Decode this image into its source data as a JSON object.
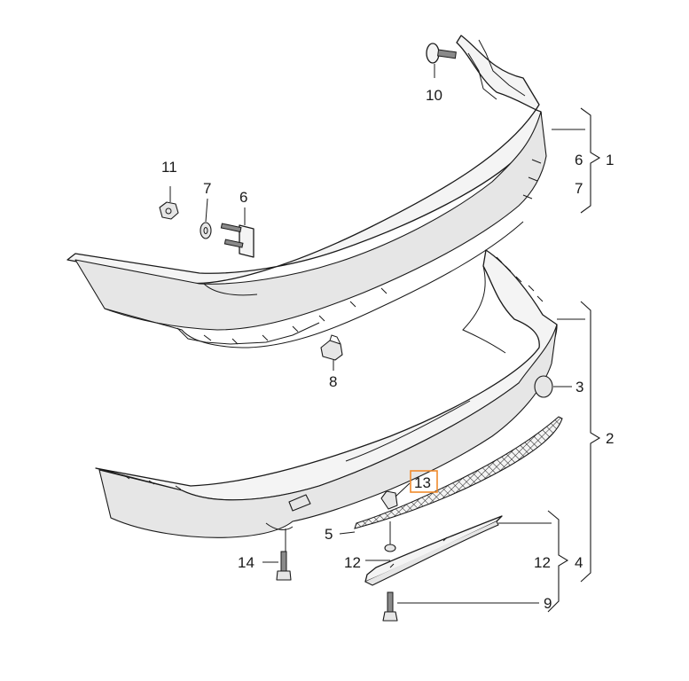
{
  "callouts": [
    {
      "id": "c10",
      "text": "10"
    },
    {
      "id": "c11",
      "text": "11"
    },
    {
      "id": "c7a",
      "text": "7"
    },
    {
      "id": "c6a",
      "text": "6"
    },
    {
      "id": "c8",
      "text": "8"
    },
    {
      "id": "c6b",
      "text": "6"
    },
    {
      "id": "c7b",
      "text": "7"
    },
    {
      "id": "c1",
      "text": "1"
    },
    {
      "id": "c3",
      "text": "3"
    },
    {
      "id": "c2",
      "text": "2"
    },
    {
      "id": "c13",
      "text": "13"
    },
    {
      "id": "c5",
      "text": "5"
    },
    {
      "id": "c12a",
      "text": "12"
    },
    {
      "id": "c12b",
      "text": "12"
    },
    {
      "id": "c4",
      "text": "4"
    },
    {
      "id": "c14",
      "text": "14"
    },
    {
      "id": "c9",
      "text": "9"
    }
  ],
  "highlight": {
    "callout": "13",
    "color": "#f08a2c"
  }
}
